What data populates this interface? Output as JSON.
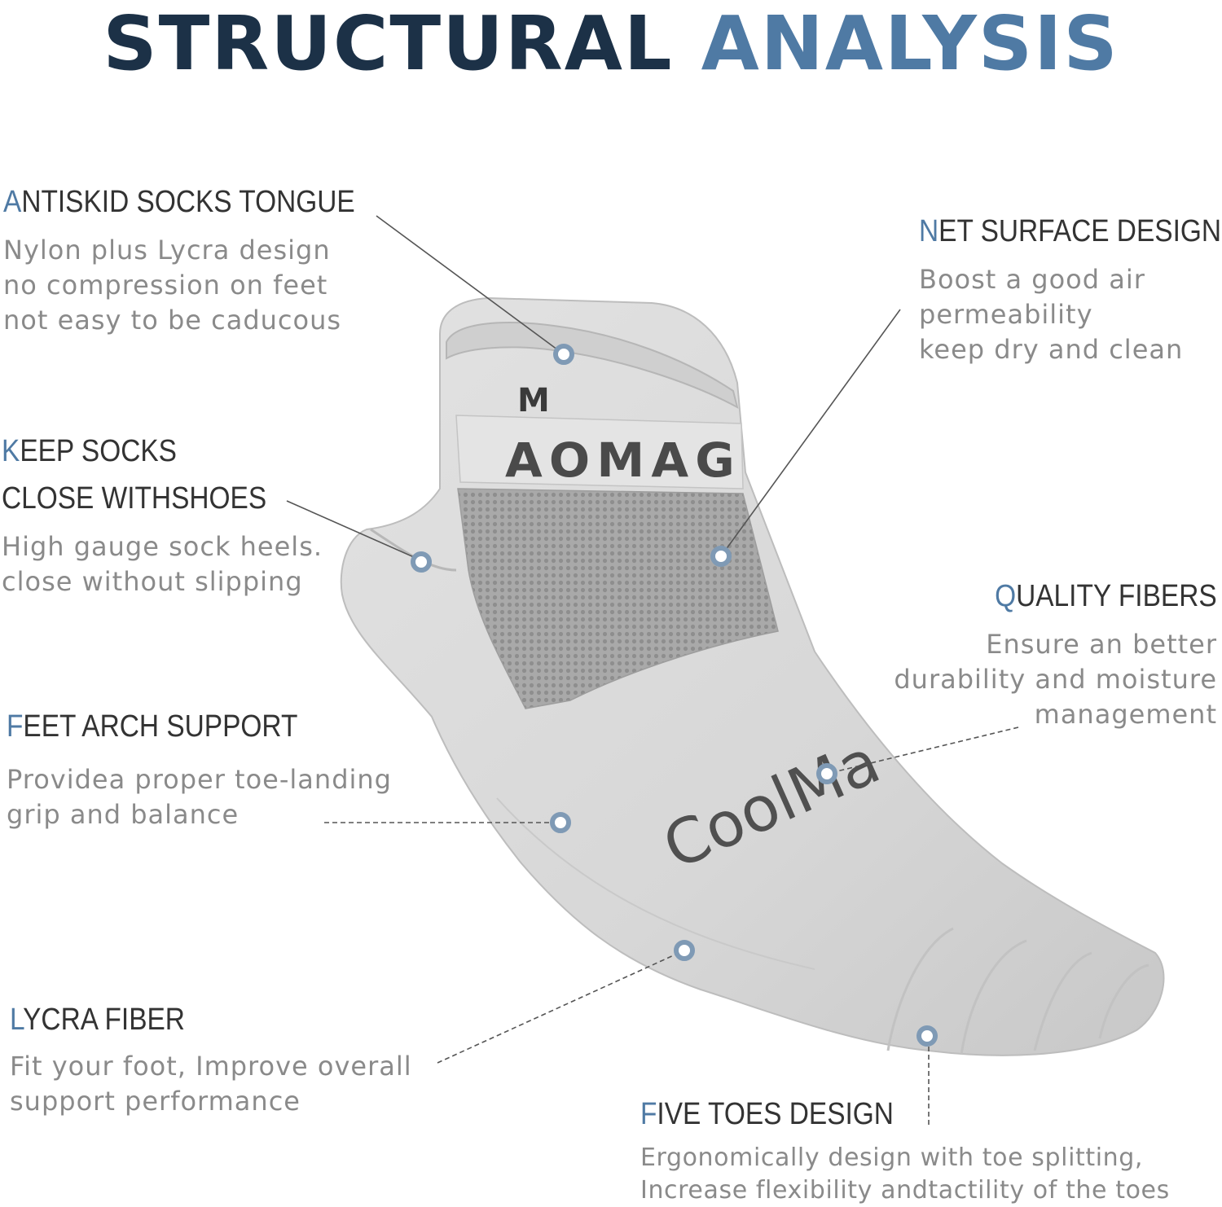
{
  "title": {
    "part1": "STRUCTURAL",
    "part2": "ANALYSIS"
  },
  "colors": {
    "title_dark": "#1c3147",
    "accent_blue": "#4f7aa4",
    "heading": "#333333",
    "body": "#8a8a8a"
  },
  "sock_text": {
    "brand": "AOMAG",
    "size_mark": "M",
    "logo": "CoolMa"
  },
  "features": [
    {
      "id": "antiskid",
      "cap": "A",
      "rest": "NTISKID SOCKS TONGUE",
      "lines": [
        "Nylon plus Lycra design",
        "no compression on feet",
        "not easy to be caducous"
      ]
    },
    {
      "id": "net",
      "cap": "N",
      "rest": "ET SURFACE DESIGN",
      "lines": [
        "Boost a good air",
        "permeability",
        "keep dry and clean"
      ]
    },
    {
      "id": "keep",
      "cap": "K",
      "rest": "EEP SOCKS",
      "rest2": "CLOSE WITHSHOES",
      "lines": [
        "High gauge sock heels.",
        "close without slipping"
      ]
    },
    {
      "id": "quality",
      "cap": "Q",
      "rest": "UALITY FIBERS",
      "lines": [
        "Ensure an better",
        "durability and moisture",
        "management"
      ]
    },
    {
      "id": "arch",
      "cap": "F",
      "rest": "EET ARCH SUPPORT",
      "lines": [
        "Providea proper toe-landing",
        "grip and balance"
      ]
    },
    {
      "id": "lycra",
      "cap": "L",
      "rest": "YCRA FIBER",
      "lines": [
        "Fit your foot, Improve overall",
        "support performance"
      ]
    },
    {
      "id": "five",
      "cap": "F",
      "rest": "IVE TOES DESIGN",
      "lines": [
        "Ergonomically design with toe splitting,",
        "Increase flexibility andtactility of the toes"
      ]
    }
  ]
}
